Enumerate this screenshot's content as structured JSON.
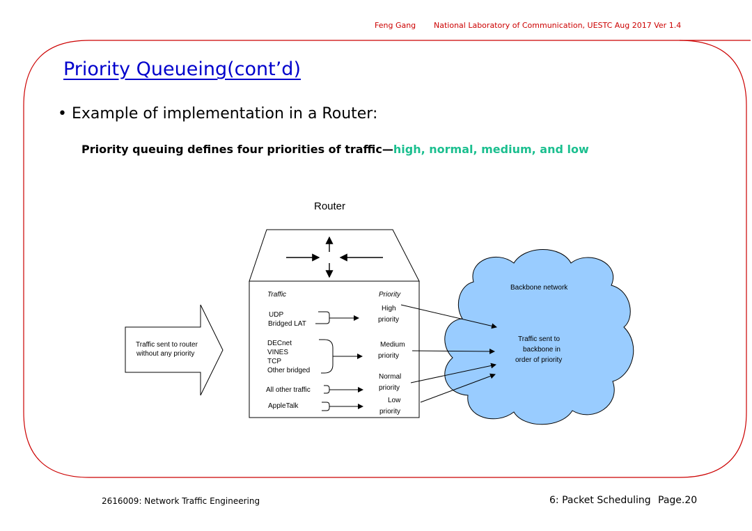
{
  "header": {
    "author": "Feng Gang",
    "lab": "National Laboratory of Communication, UESTC  Aug 2017 Ver 1.4"
  },
  "slide": {
    "title": "Priority Queueing(cont’d)",
    "bullet": "• Example of implementation in a Router:",
    "statement_prefix": "Priority queuing defines four priorities of traffic",
    "statement_dash": "—",
    "statement_levels": "high, normal, medium, and low"
  },
  "diagram": {
    "router_label": "Router",
    "input_arrow": [
      "Traffic sent to router",
      "without any priority"
    ],
    "traffic_header": "Traffic",
    "priority_header": "Priority",
    "traffic_groups": [
      [
        "UDP",
        "Bridged LAT"
      ],
      [
        "DECnet",
        "VINES",
        "TCP",
        "Other bridged"
      ],
      [
        "All other traffic"
      ],
      [
        "AppleTalk"
      ]
    ],
    "priorities": [
      [
        "High",
        "priority"
      ],
      [
        "Medium",
        "priority"
      ],
      [
        "Normal",
        "priority"
      ],
      [
        "Low",
        "priority"
      ]
    ],
    "cloud_title": "Backbone network",
    "cloud_text": [
      "Traffic sent to",
      "backbone in",
      "order of priority"
    ]
  },
  "footer": {
    "course": "2616009: Network Traffic Engineering",
    "chapter": "6: Packet Scheduling",
    "page": "Page.20"
  },
  "colors": {
    "frame": "#cc0000",
    "title": "#0000cc",
    "highlight": "#1bbf8f",
    "cloud_fill": "#99ccff"
  }
}
